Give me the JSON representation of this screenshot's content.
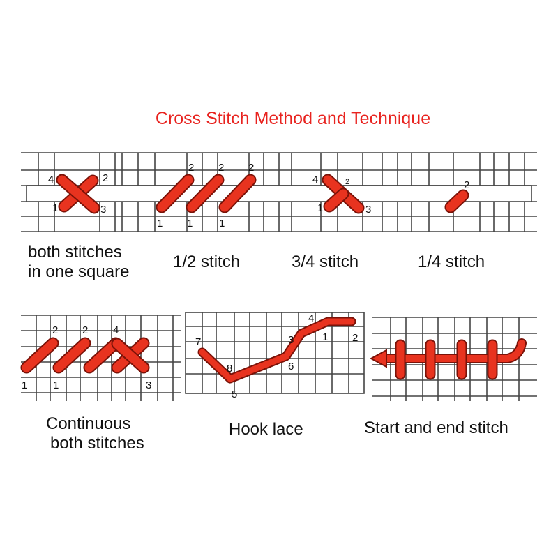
{
  "title": "Cross Stitch Method and Technique",
  "colors": {
    "stitch": "#e8331f",
    "stitch_outline": "#7a1208",
    "grid": "#444444",
    "title": "#e8231f"
  },
  "panels": [
    {
      "caption_lines": [
        "both stitches",
        "in one square"
      ],
      "numbers": [
        "4",
        "2",
        "1",
        "3"
      ]
    },
    {
      "caption_lines": [
        "1/2 stitch"
      ],
      "numbers": [
        "2",
        "2",
        "2",
        "1",
        "1",
        "1"
      ]
    },
    {
      "caption_lines": [
        "3/4 stitch"
      ],
      "numbers": [
        "4",
        "2",
        "1",
        "3"
      ]
    },
    {
      "caption_lines": [
        "1/4 stitch"
      ],
      "numbers": [
        "2"
      ]
    },
    {
      "caption_lines": [
        "Continuous",
        "both stitches"
      ],
      "numbers": [
        "2",
        "2",
        "4",
        "1",
        "1",
        "3"
      ]
    },
    {
      "caption_lines": [
        "Hook lace"
      ],
      "numbers": [
        "4",
        "7",
        "3",
        "1",
        "2",
        "8",
        "6",
        "5"
      ]
    },
    {
      "caption_lines": [
        "Start and end stitch"
      ],
      "numbers": []
    }
  ]
}
